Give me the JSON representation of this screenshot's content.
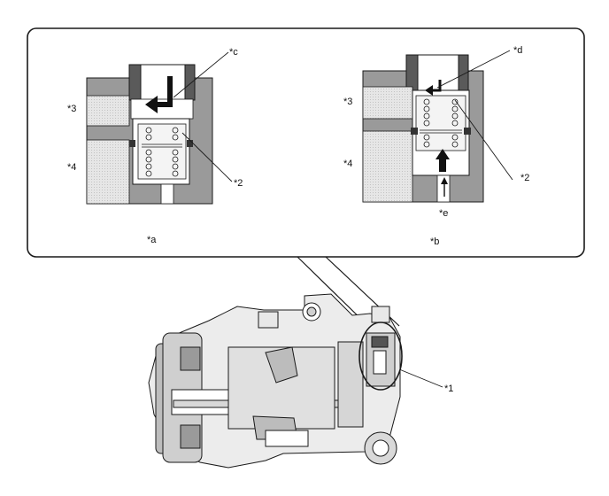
{
  "callouts": {
    "detail_a": "*a",
    "detail_b": "*b",
    "c": "*c",
    "d": "*d",
    "e": "*e",
    "two_left": "*2",
    "two_right": "*2",
    "three_left": "*3",
    "three_right": "*3",
    "four_left": "*4",
    "four_right": "*4",
    "one": "*1"
  },
  "colors": {
    "frame": "#1a1a1a",
    "housing_gray": "#9a9a9a",
    "dark_gray": "#5a5a5a",
    "light_fill": "#dcdcdc",
    "white": "#ffffff"
  }
}
